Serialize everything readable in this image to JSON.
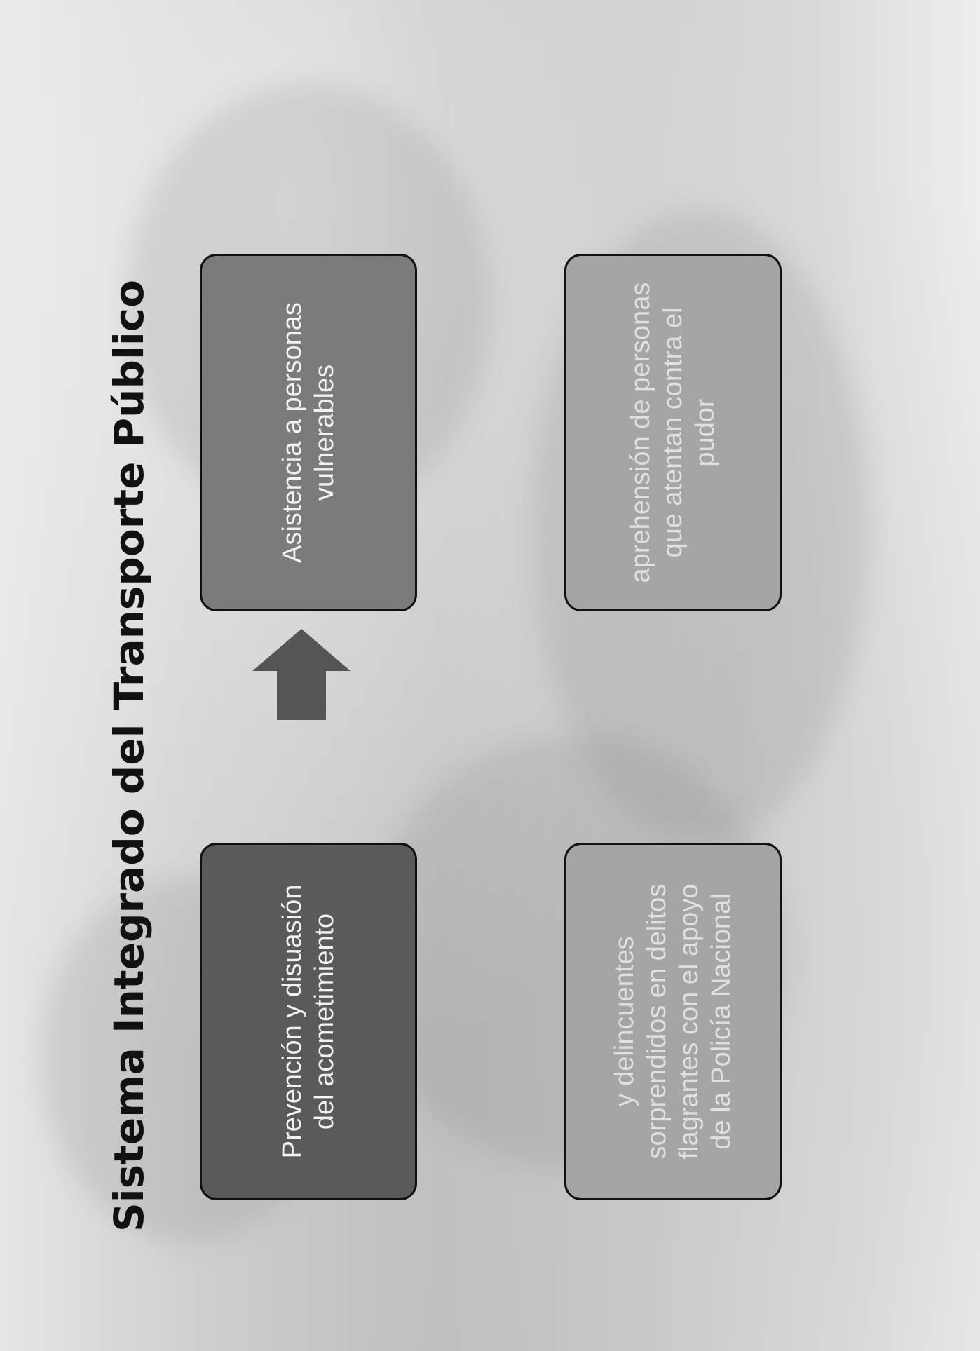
{
  "slide": {
    "title": "Sistema Integrado del Transporte Público",
    "boxes": [
      {
        "text": "Prevención y disuasión del acometimiento"
      },
      {
        "text": "Asistencia a personas vulnerables"
      },
      {
        "text": "y delincuentes sorprendidos en delitos flagrantes con el apoyo de la Policía Nacional"
      },
      {
        "text": "aprehensión de personas que atentan contra el pudor"
      }
    ],
    "arrow": {
      "direction": "right",
      "color": "#555555"
    }
  }
}
